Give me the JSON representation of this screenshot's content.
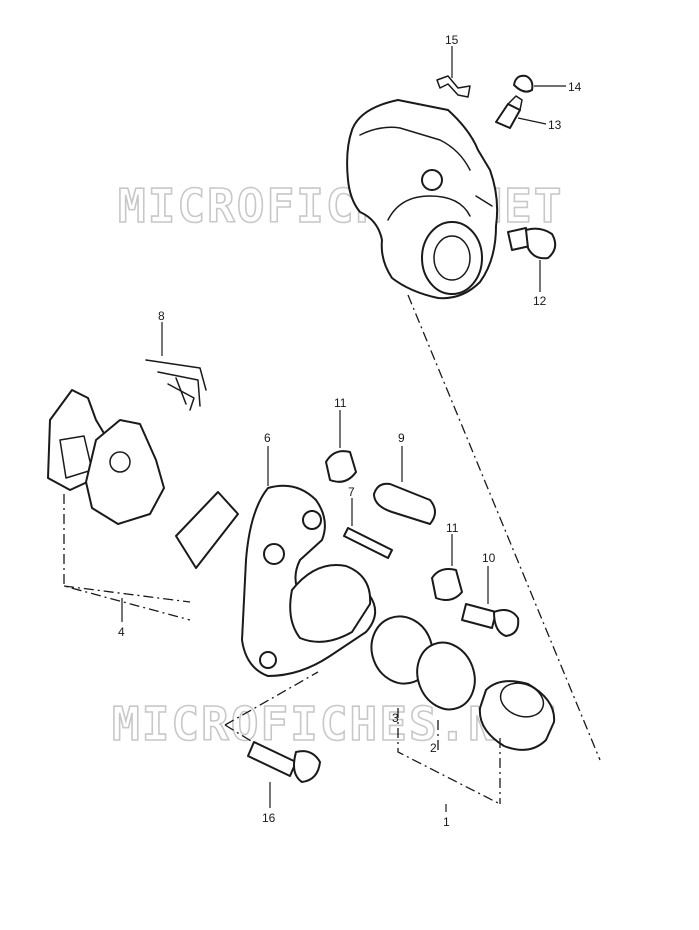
{
  "watermark": {
    "top": "MICROFICHES.NET",
    "bottom": "MICROFICHES.NET"
  },
  "callouts": {
    "c1": "1",
    "c2": "2",
    "c3": "3",
    "c4": "4",
    "c6": "6",
    "c7": "7",
    "c8": "8",
    "c9": "9",
    "c10": "10",
    "c11a": "11",
    "c11b": "11",
    "c12": "12",
    "c13": "13",
    "c14": "14",
    "c15": "15",
    "c16": "16"
  },
  "colors": {
    "line": "#1a1a1a",
    "watermark_outline": "#c8c8c8",
    "background": "#ffffff"
  }
}
